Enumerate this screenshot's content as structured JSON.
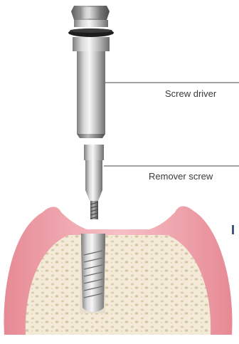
{
  "callouts": {
    "screw_driver": "Screw driver",
    "remover_screw": "Remover screw"
  },
  "edge_text": "I",
  "colors": {
    "gum_pink": "#f1a8b0",
    "gum_dark": "#d97b86",
    "bone": "#efe4cf",
    "metal_light": "#e6e6e6",
    "metal_dark": "#8a8a8a",
    "leader_line": "#444444",
    "ring": "#222222"
  }
}
